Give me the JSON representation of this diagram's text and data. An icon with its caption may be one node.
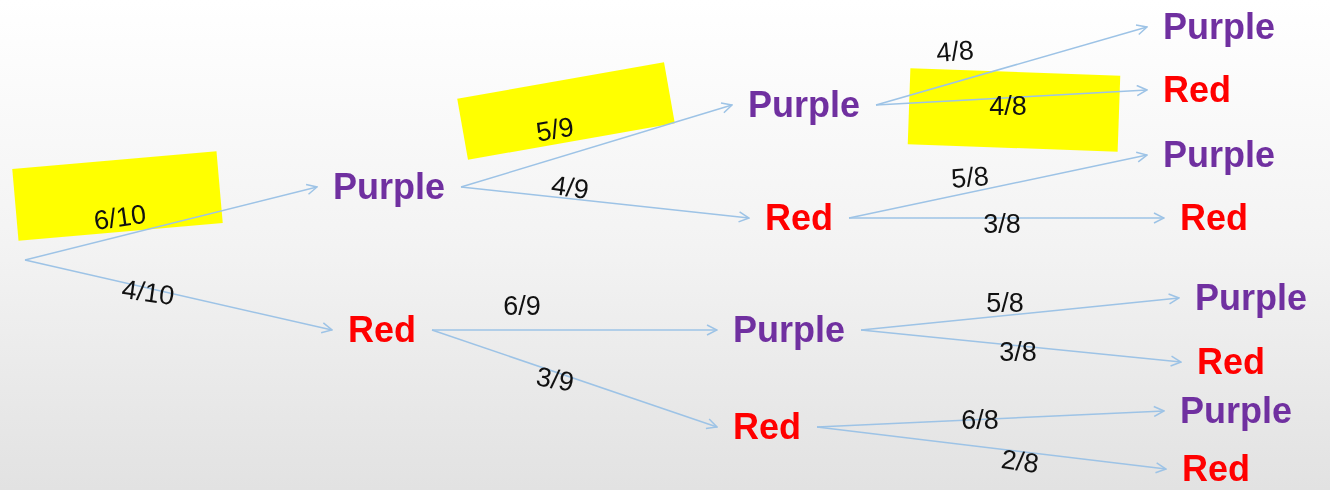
{
  "diagram": {
    "nodes": [
      {
        "text": [
          "Purple"
        ]
      },
      {
        "text": [
          "Red"
        ]
      },
      {
        "text": [
          "Purple"
        ]
      },
      {
        "text": [
          "Red"
        ]
      },
      {
        "text": [
          "Purple"
        ]
      },
      {
        "text": [
          "Red"
        ]
      },
      {
        "text": [
          "Purple"
        ]
      },
      {
        "text": [
          "Red"
        ]
      },
      {
        "text": [
          "Purple"
        ]
      },
      {
        "text": [
          "Red"
        ]
      },
      {
        "text": [
          "Purple"
        ]
      },
      {
        "text": [
          "Red"
        ]
      },
      {
        "text": [
          "Purple"
        ]
      },
      {
        "text": [
          "Red"
        ]
      }
    ],
    "edges": [
      {
        "from": null,
        "to": 0,
        "arrow": "to",
        "label": "6/10"
      },
      {
        "from": null,
        "to": 1,
        "arrow": "to",
        "label": "4/10"
      },
      {
        "from": 0,
        "to": 2,
        "arrow": "to",
        "label": "5/9"
      },
      {
        "from": 0,
        "to": 3,
        "arrow": "to",
        "label": "4/9"
      },
      {
        "from": 1,
        "to": 4,
        "arrow": "to",
        "label": "6/9"
      },
      {
        "from": 1,
        "to": 5,
        "arrow": "to",
        "label": "3/9"
      },
      {
        "from": 2,
        "to": 6,
        "arrow": "to",
        "label": "4/8"
      },
      {
        "from": 2,
        "to": 7,
        "arrow": "to",
        "label": "4/8"
      },
      {
        "from": 3,
        "to": 8,
        "arrow": "to",
        "label": "5/8"
      },
      {
        "from": 3,
        "to": 9,
        "arrow": "to",
        "label": "3/8"
      },
      {
        "from": 4,
        "to": 10,
        "arrow": "to",
        "label": "5/8"
      },
      {
        "from": 4,
        "to": 11,
        "arrow": "to",
        "label": "3/8"
      },
      {
        "from": 5,
        "to": 12,
        "arrow": "to",
        "label": "6/8"
      },
      {
        "from": 5,
        "to": 13,
        "arrow": "to",
        "label": "2/8"
      }
    ]
  }
}
